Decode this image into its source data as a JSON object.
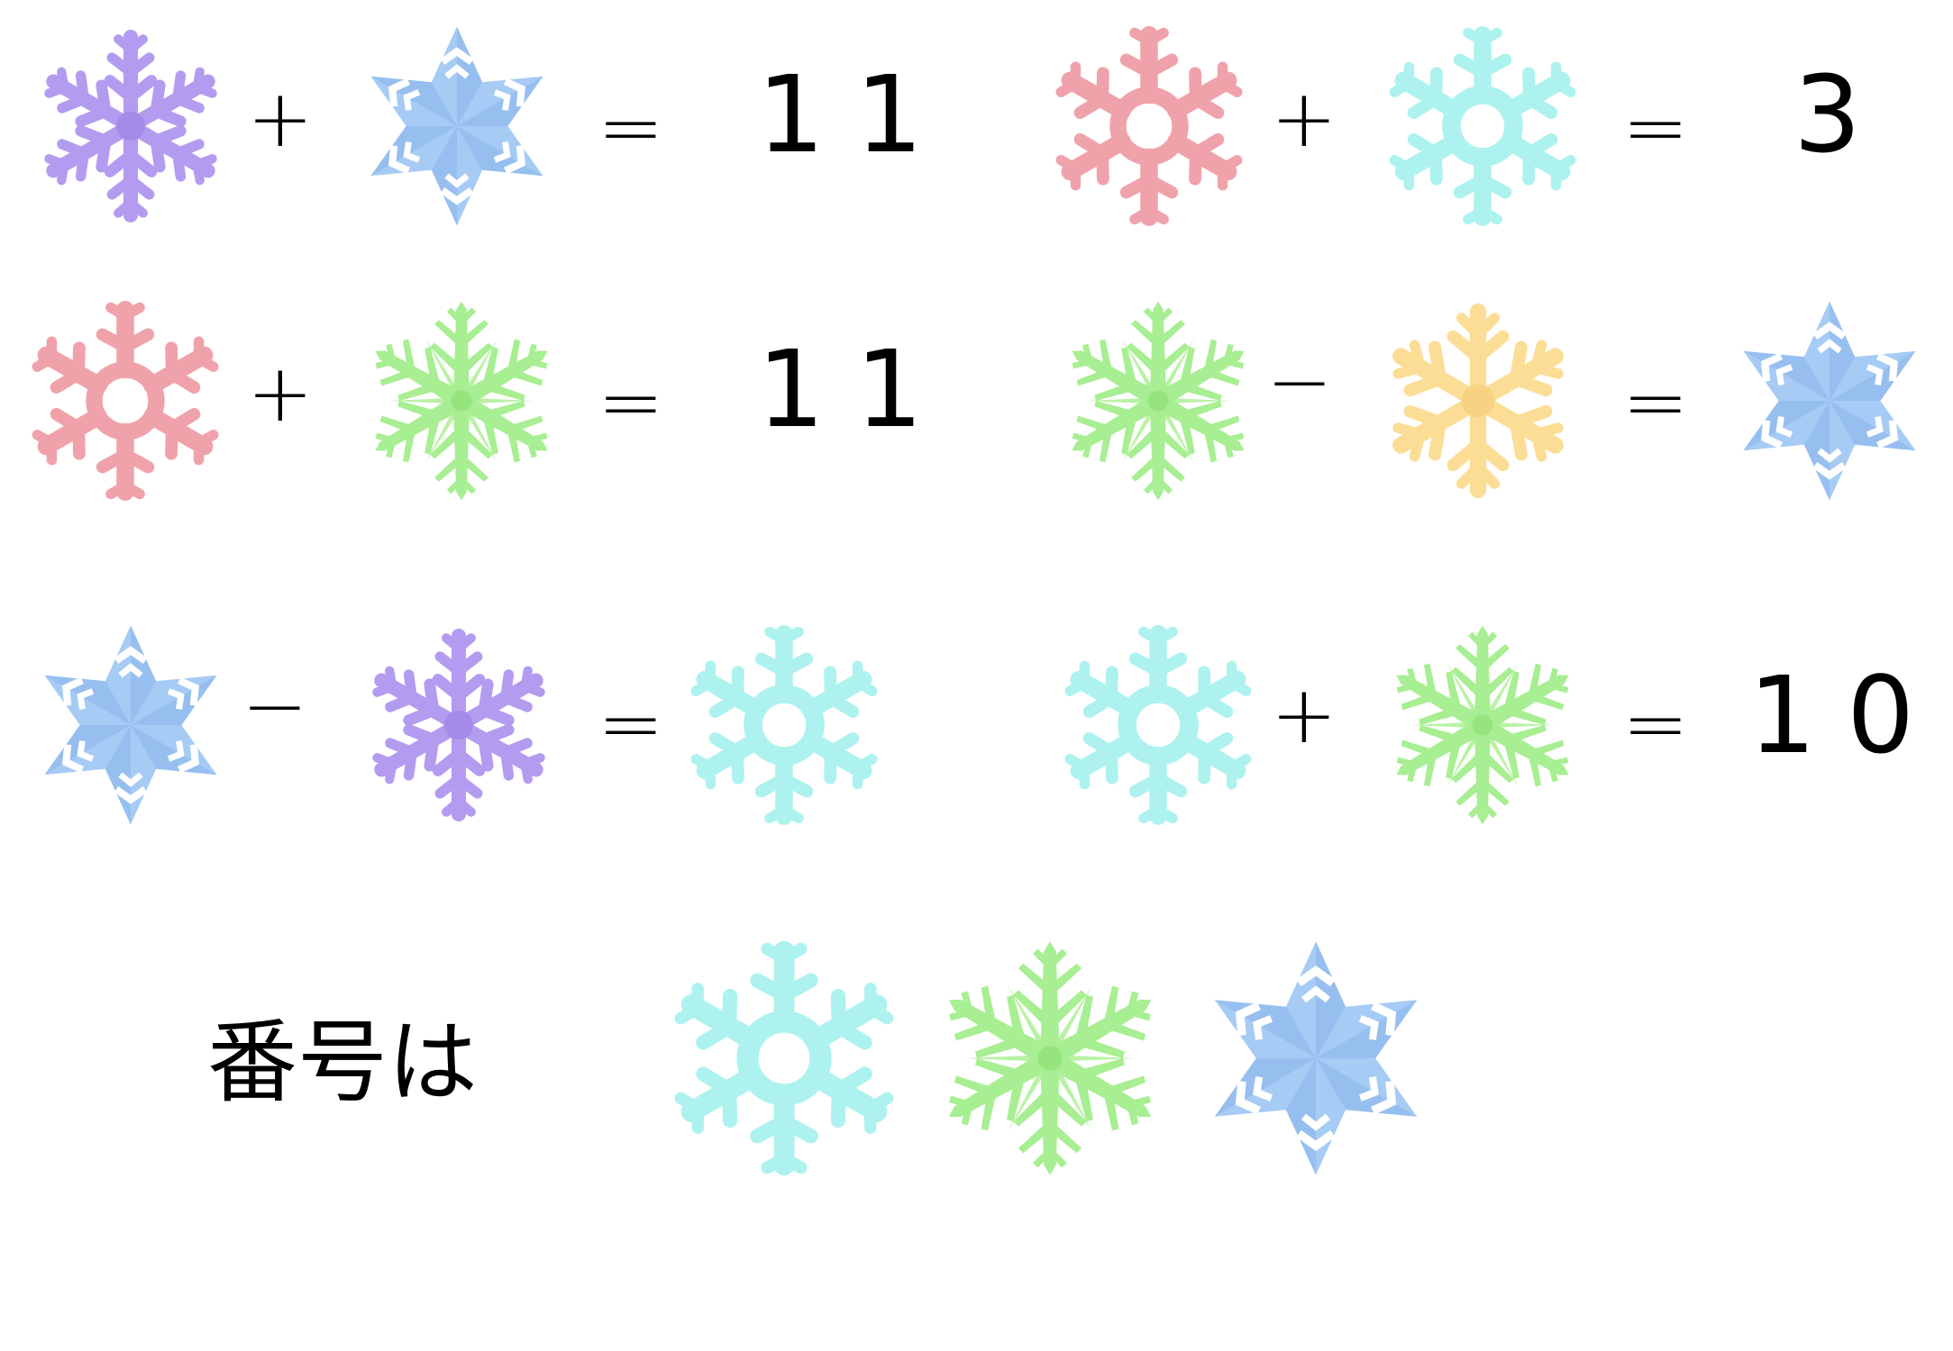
{
  "colors": {
    "purple": "#b39cf0",
    "blue": "#a6cbf5",
    "pink": "#f0a2aa",
    "cyan": "#aef2ef",
    "green": "#a8ee92",
    "yellow": "#fbdd95",
    "text": "#000000"
  },
  "equations": [
    {
      "a": "purple-flake",
      "op": "+",
      "b": "blue-star-flake",
      "eq": "=",
      "result": "11"
    },
    {
      "a": "pink-flake",
      "op": "+",
      "b": "cyan-flake",
      "eq": "=",
      "result": "3"
    },
    {
      "a": "pink-flake",
      "op": "+",
      "b": "green-flake",
      "eq": "=",
      "result": "11"
    },
    {
      "a": "green-flake",
      "op": "−",
      "b": "yellow-flake",
      "eq": "=",
      "result_icon": "blue-star-flake"
    },
    {
      "a": "blue-star-flake",
      "op": "−",
      "b": "purple-flake",
      "eq": "=",
      "result_icon": "cyan-flake"
    },
    {
      "a": "cyan-flake",
      "op": "+",
      "b": "green-flake",
      "eq": "=",
      "result": "10"
    }
  ],
  "answer": {
    "label": "番号は",
    "icons": [
      "cyan-flake",
      "green-flake",
      "blue-star-flake"
    ]
  }
}
